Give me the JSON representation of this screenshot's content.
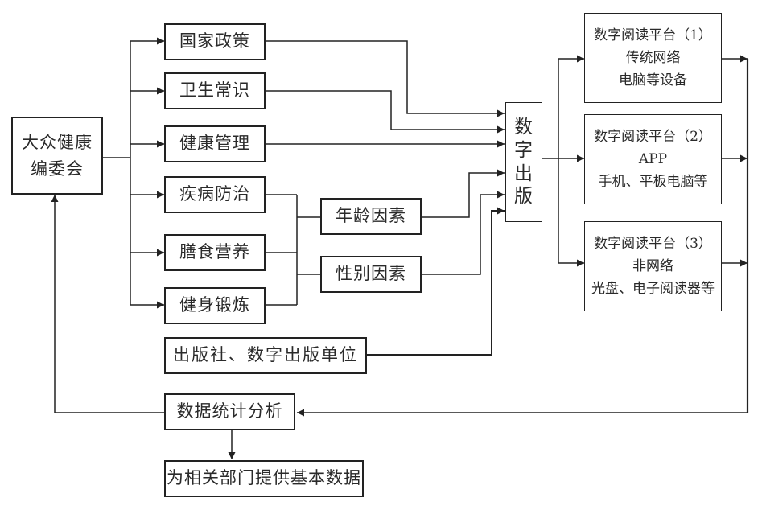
{
  "diagram": {
    "editor": {
      "line1": "大众健康",
      "line2": "编委会"
    },
    "topics": [
      {
        "label": "国家政策"
      },
      {
        "label": "卫生常识"
      },
      {
        "label": "健康管理"
      },
      {
        "label": "疾病防治"
      },
      {
        "label": "膳食营养"
      },
      {
        "label": "健身锻炼"
      }
    ],
    "factors": [
      {
        "label": "年龄因素"
      },
      {
        "label": "性别因素"
      }
    ],
    "publisher": {
      "label": "出版社、数字出版单位"
    },
    "digital_publishing": {
      "chars": [
        "数",
        "字",
        "出",
        "版"
      ]
    },
    "platforms": [
      {
        "title": "数字阅读平台（1）",
        "line2": "传统网络",
        "line3": "电脑等设备"
      },
      {
        "title": "数字阅读平台（2）",
        "line2": "APP",
        "line3": "手机、平板电脑等"
      },
      {
        "title": "数字阅读平台（3）",
        "line2": "非网络",
        "line3": "光盘、电子阅读器等"
      }
    ],
    "analysis": {
      "label": "数据统计分析"
    },
    "output": {
      "label": "为相关部门提供基本数据"
    }
  }
}
